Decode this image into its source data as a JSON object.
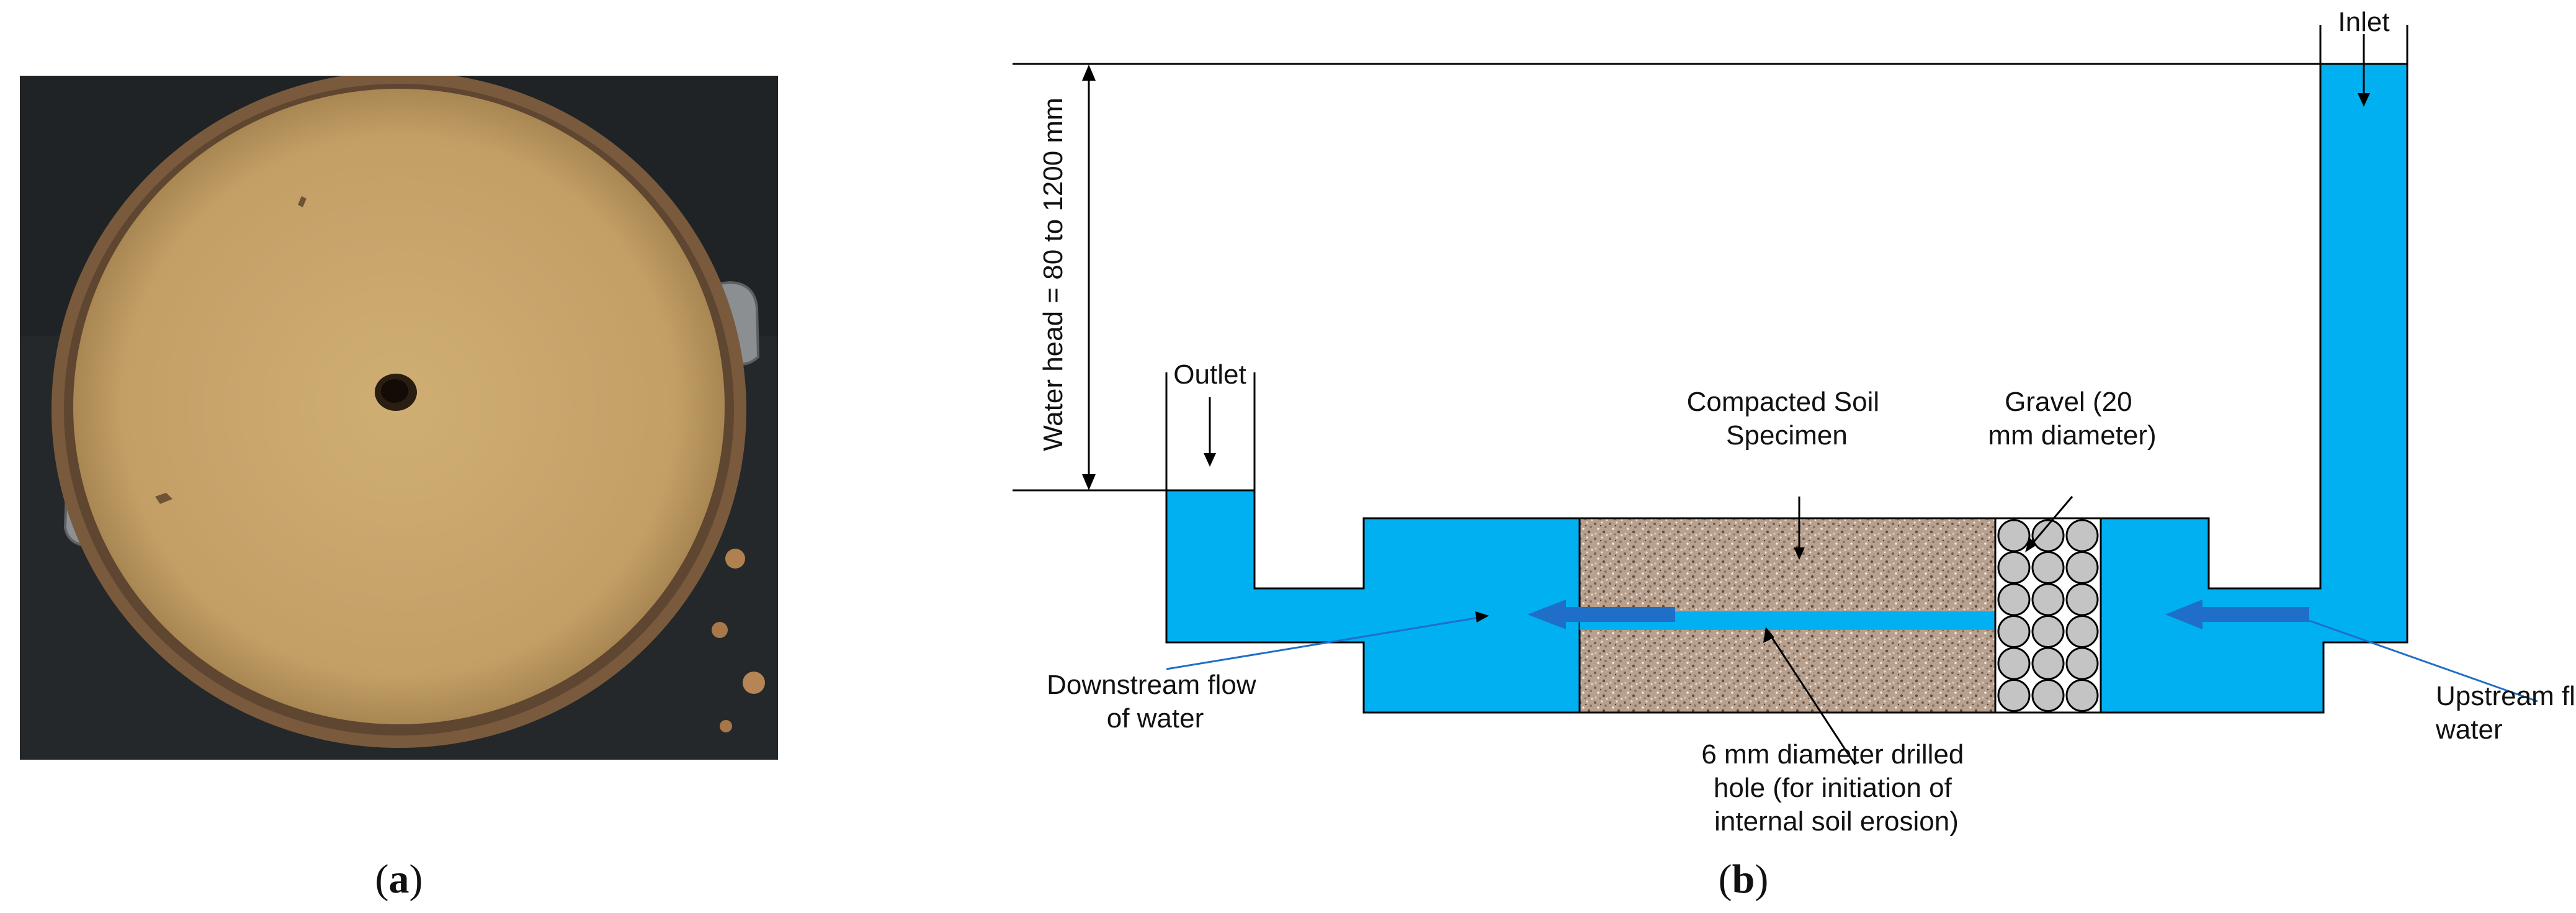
{
  "colors": {
    "water": "#00b0f0",
    "arrow_flow": "#1f6fc8",
    "soil_base": "#b79b86",
    "gravel_fill": "#c4c4c4",
    "line": "#000000",
    "photo_bg": "#262a2c",
    "photo_soil": "#c8a56a"
  },
  "panel_a": {
    "photo_alt": "Photograph of compacted soil specimen in a cylindrical mould with a central drilled hole",
    "caption_letter": "a"
  },
  "panel_b": {
    "caption_letter": "b",
    "labels": {
      "inlet": "Inlet",
      "outlet": "Outlet",
      "water_head": "Water head = 80 to 1200 mm",
      "soil_specimen": [
        "Compacted Soil",
        "Specimen"
      ],
      "gravel": [
        "Gravel (20",
        "mm diameter)"
      ],
      "downstream": [
        "Downstream flow",
        "of water"
      ],
      "upstream": [
        "Upstream flow of",
        "water"
      ],
      "hole": [
        "6 mm diameter drilled",
        "hole (for initiation of",
        "internal soil erosion)"
      ]
    }
  }
}
